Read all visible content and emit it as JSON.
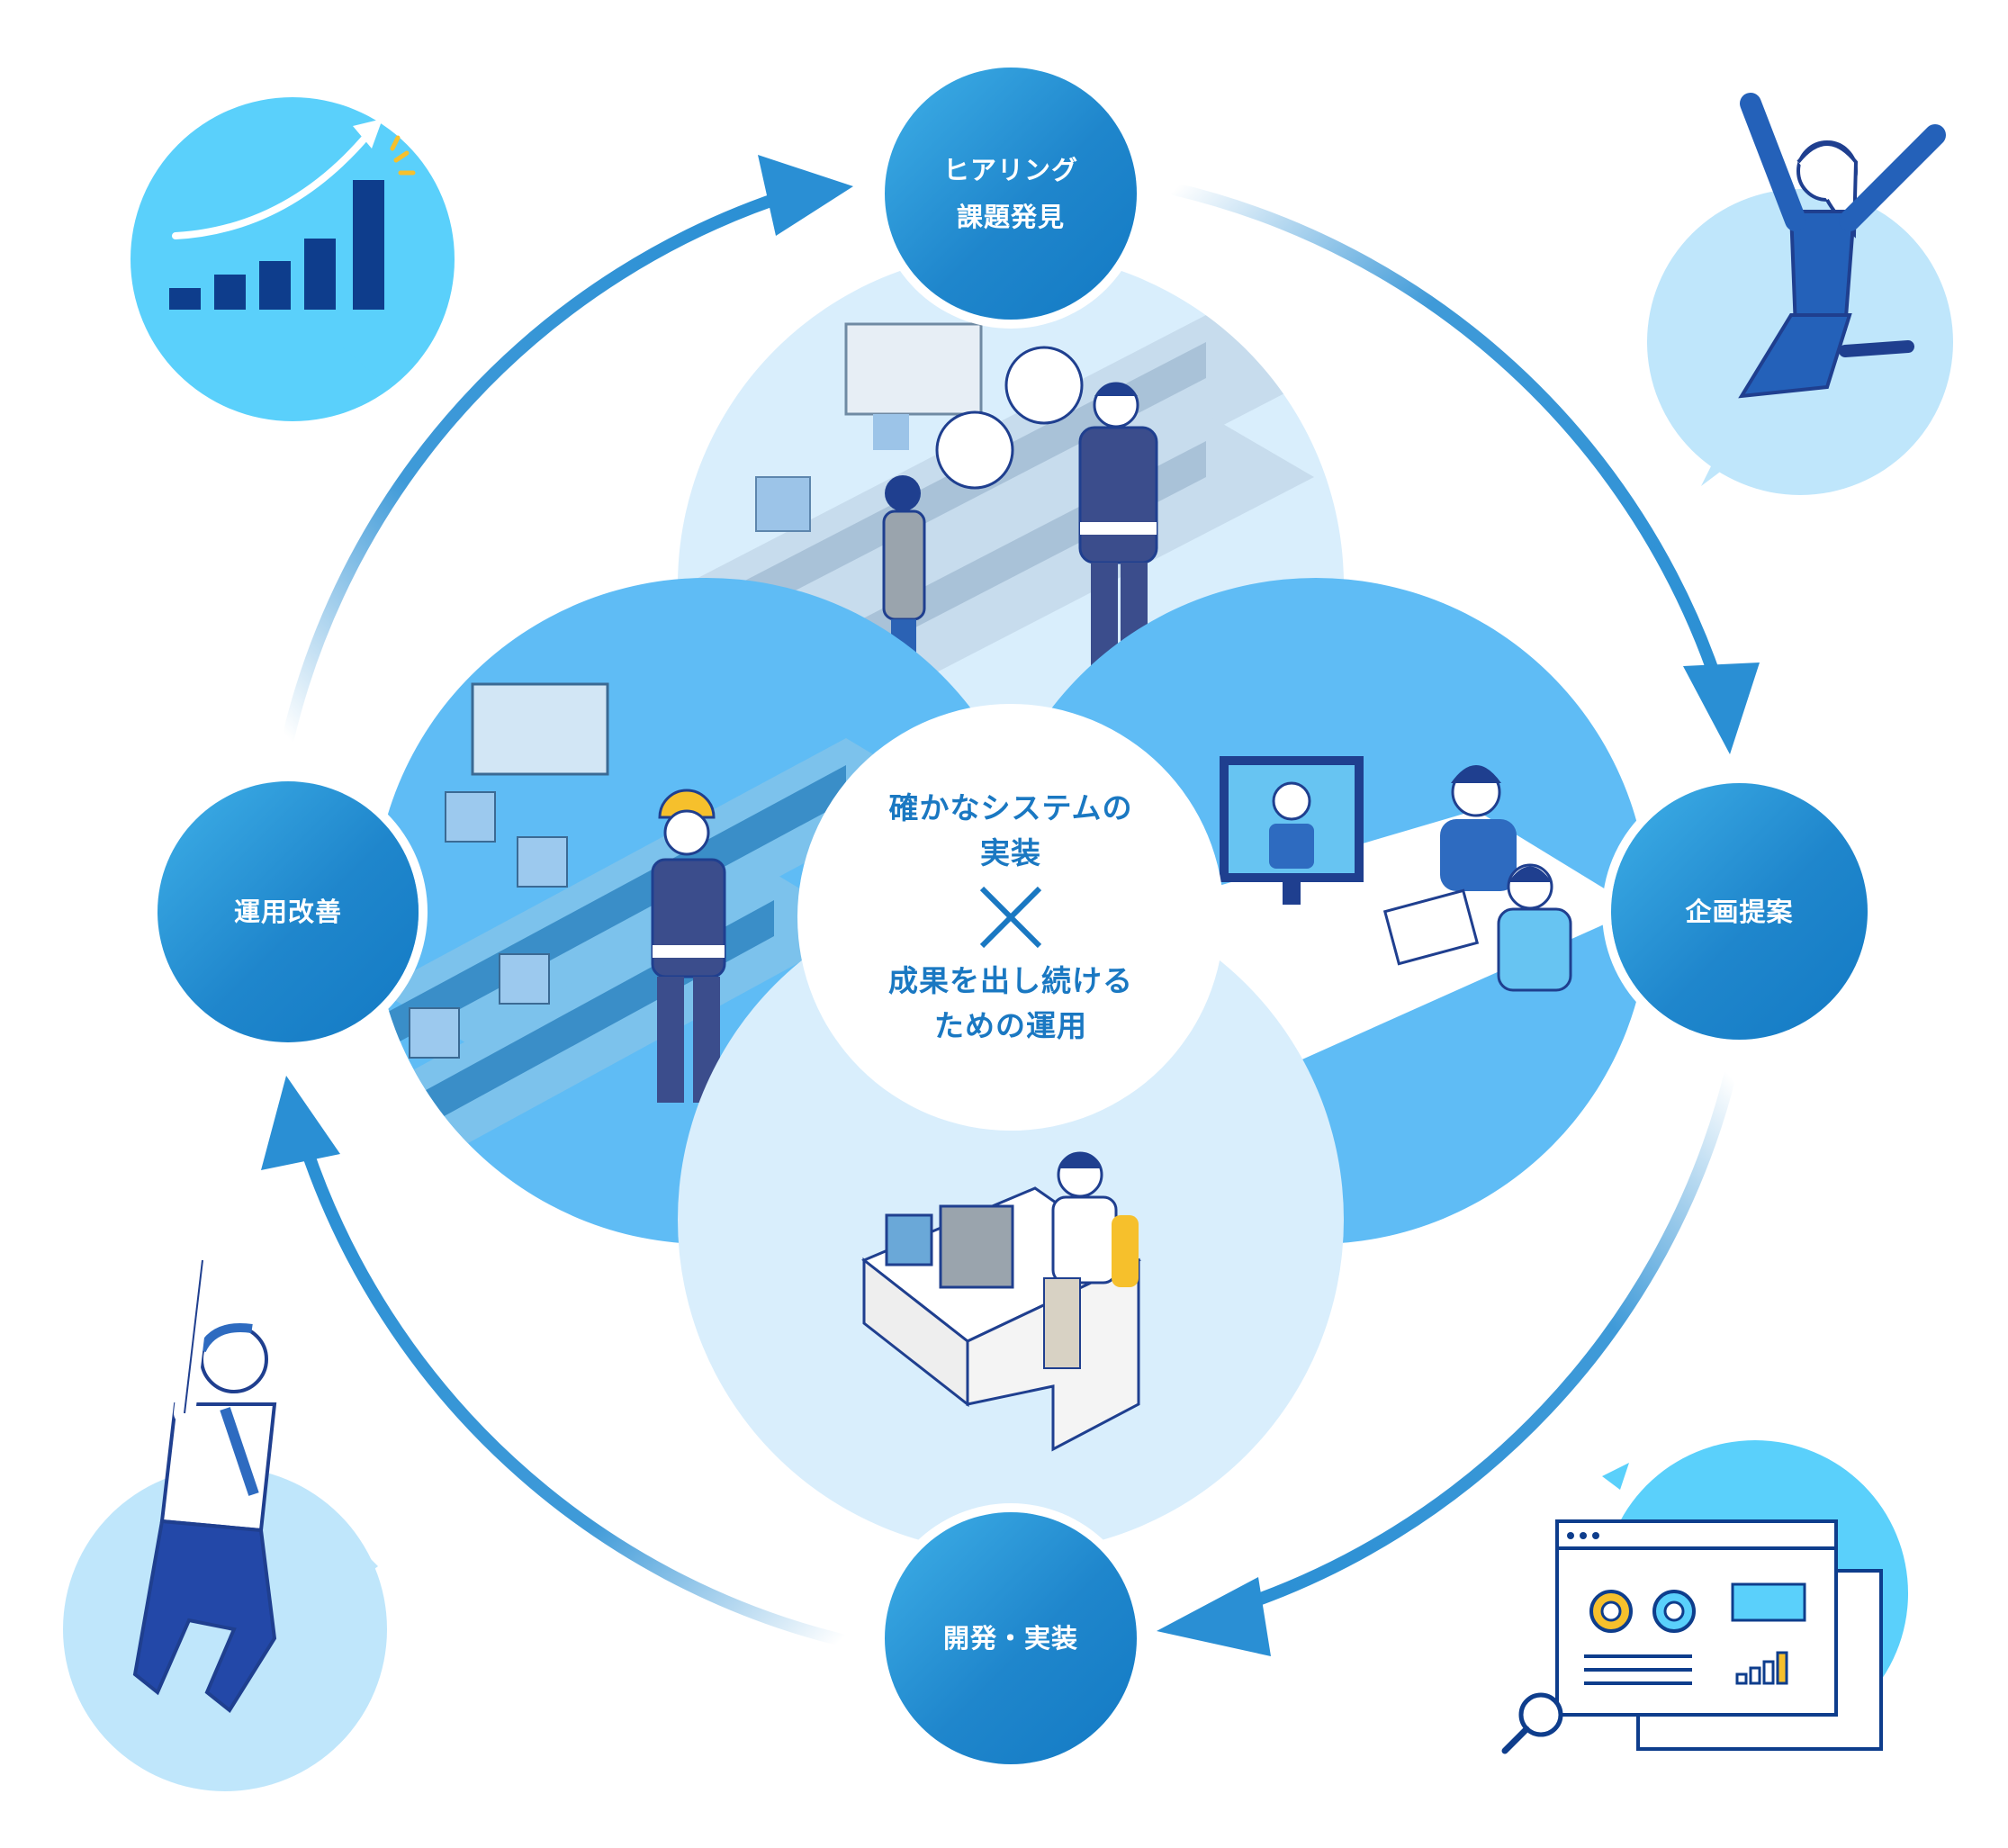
{
  "colors": {
    "primary": "#1a78c2",
    "node_gradient_start": "#3fb0e8",
    "node_gradient_end": "#137ac4",
    "petal_light": "#d9eefc",
    "petal_mid": "#5fbcf5",
    "bubble": "#bfe6fb",
    "navy": "#1f3f8f"
  },
  "center": {
    "line1": "確かなシステムの",
    "line2": "実装",
    "cross_icon": "×",
    "line3": "成果を出し続ける",
    "line4": "ための運用"
  },
  "nodes": {
    "hearing": {
      "line1": "ヒアリング",
      "line2": "課題発見"
    },
    "proposal": {
      "label": "企画提案"
    },
    "development": {
      "label": "開発・実装"
    },
    "operation": {
      "label": "運用改善"
    }
  },
  "icons": [
    "growth-chart-icon",
    "dashboard-icon",
    "magnifier-icon",
    "speech-bubble-icon"
  ]
}
